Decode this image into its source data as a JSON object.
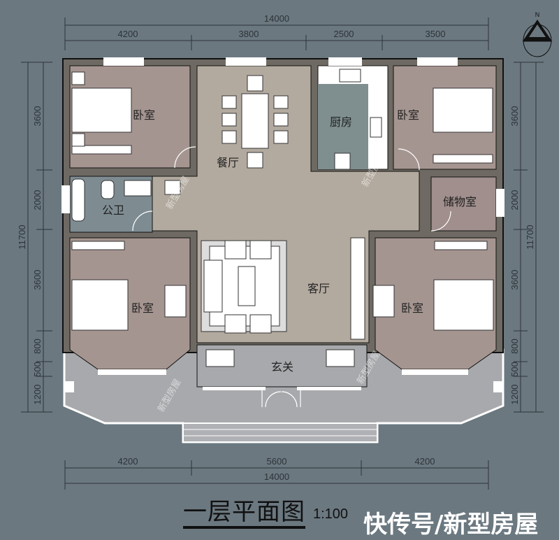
{
  "plan": {
    "title": "一层平面图",
    "scale": "1:100",
    "compass": "N",
    "brand_watermark": "快传号/新型房屋",
    "diagonal_watermark": "新型房屋",
    "colors": {
      "background": "#6b7880",
      "wall": "#6e6a63",
      "bedroom": "#a59590",
      "living": "#b3aa9f",
      "kitchen": "#7f8f90",
      "bath": "#7e8c92",
      "porch": "#a8a9ac",
      "storage": "#a08f8c"
    }
  },
  "rooms": {
    "bedroom_nw": "卧室",
    "dining": "餐厅",
    "kitchen": "厨房",
    "bedroom_ne": "卧室",
    "bathroom": "公卫",
    "storage": "储物室",
    "living": "客厅",
    "bedroom_sw": "卧室",
    "bedroom_se": "卧室",
    "foyer": "玄关"
  },
  "dimensions": {
    "top_total": "14000",
    "top": [
      "4200",
      "3800",
      "2500",
      "3500"
    ],
    "bottom": [
      "4200",
      "5600",
      "4200"
    ],
    "bottom_total": "14000",
    "left_total": "11700",
    "left": [
      "3600",
      "2000",
      "3600",
      "800",
      "500",
      "1200"
    ],
    "right_total": "11700",
    "right": [
      "3600",
      "2000",
      "3600",
      "800",
      "500",
      "1200"
    ]
  }
}
